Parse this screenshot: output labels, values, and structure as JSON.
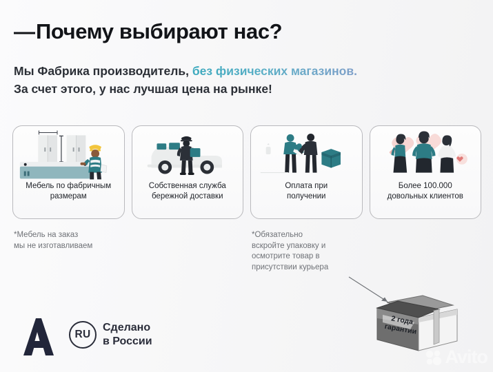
{
  "header": {
    "dash": "—",
    "title": "Почему выбирают нас?",
    "subtitle_line1_plain": "Мы Фабрика производитель,",
    "subtitle_line1_accent": " без физических магазинов.",
    "subtitle_line2": "За счет этого, у нас лучшая цена на рынке!",
    "accent_color_start": "#3aa9bd",
    "accent_color_end": "#7f9fc9",
    "title_color": "#121418"
  },
  "cards": [
    {
      "icon": "factory-wardrobe-icon",
      "label": "Мебель по фабричным\nразмерам"
    },
    {
      "icon": "delivery-truck-icon",
      "label": "Собственная служба\nбережной доставки"
    },
    {
      "icon": "payment-handshake-icon",
      "label": "Оплата при\nполучении"
    },
    {
      "icon": "happy-customers-icon",
      "label": "Более 100.000\nдовольных клиентов"
    }
  ],
  "notes": {
    "left": "*Мебель на заказ\nмы не изготавливаем",
    "right": "*Обязательно\nвскройте упаковку и\nосмотрите товар в\nприсутствии курьера"
  },
  "box": {
    "label_line1": "2 года",
    "label_line2": "гарантии"
  },
  "footer": {
    "logo_letter": "А",
    "ru_code": "RU",
    "made_in": "Сделано\nв России"
  },
  "watermark": {
    "text": "Avito"
  }
}
